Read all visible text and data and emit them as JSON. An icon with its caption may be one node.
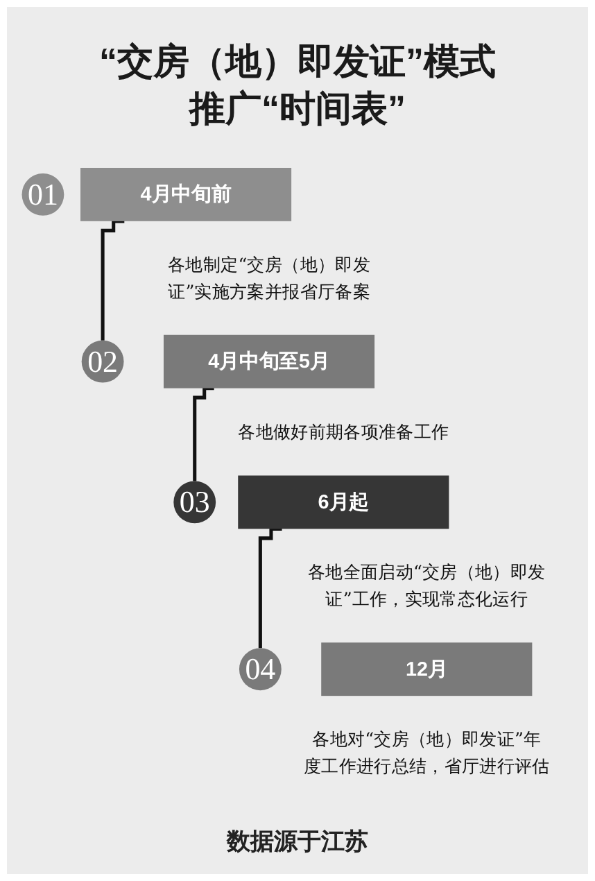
{
  "diagram": {
    "title": "“交房（地）即发证”模式推广“时间表”",
    "caption": "数据源于江苏",
    "nodes": [
      {
        "text": [
          "01"
        ]
      },
      {
        "text": [
          "4月中旬前"
        ],
        "beside": [
          "各地制定“交房（地）即发证”实施方案并报省厅备案"
        ]
      },
      {
        "text": [
          "02"
        ]
      },
      {
        "text": [
          "4月中旬至5月"
        ],
        "beside": [
          "各地做好前期各项准备工作"
        ]
      },
      {
        "text": [
          "03"
        ]
      },
      {
        "text": [
          "6月起"
        ],
        "beside": [
          "各地全面启动“交房（地）即发证”工作，实现常态化运行"
        ]
      },
      {
        "text": [
          "04"
        ]
      },
      {
        "text": [
          "12月"
        ],
        "beside": [
          "各地对“交房（地）即发证”年度工作进行总结，省厅进行评估"
        ]
      }
    ],
    "edges": [
      {
        "from": 1,
        "to": 2,
        "arrow": "none"
      },
      {
        "from": 3,
        "to": 4,
        "arrow": "none"
      },
      {
        "from": 5,
        "to": 6,
        "arrow": "none"
      }
    ]
  }
}
